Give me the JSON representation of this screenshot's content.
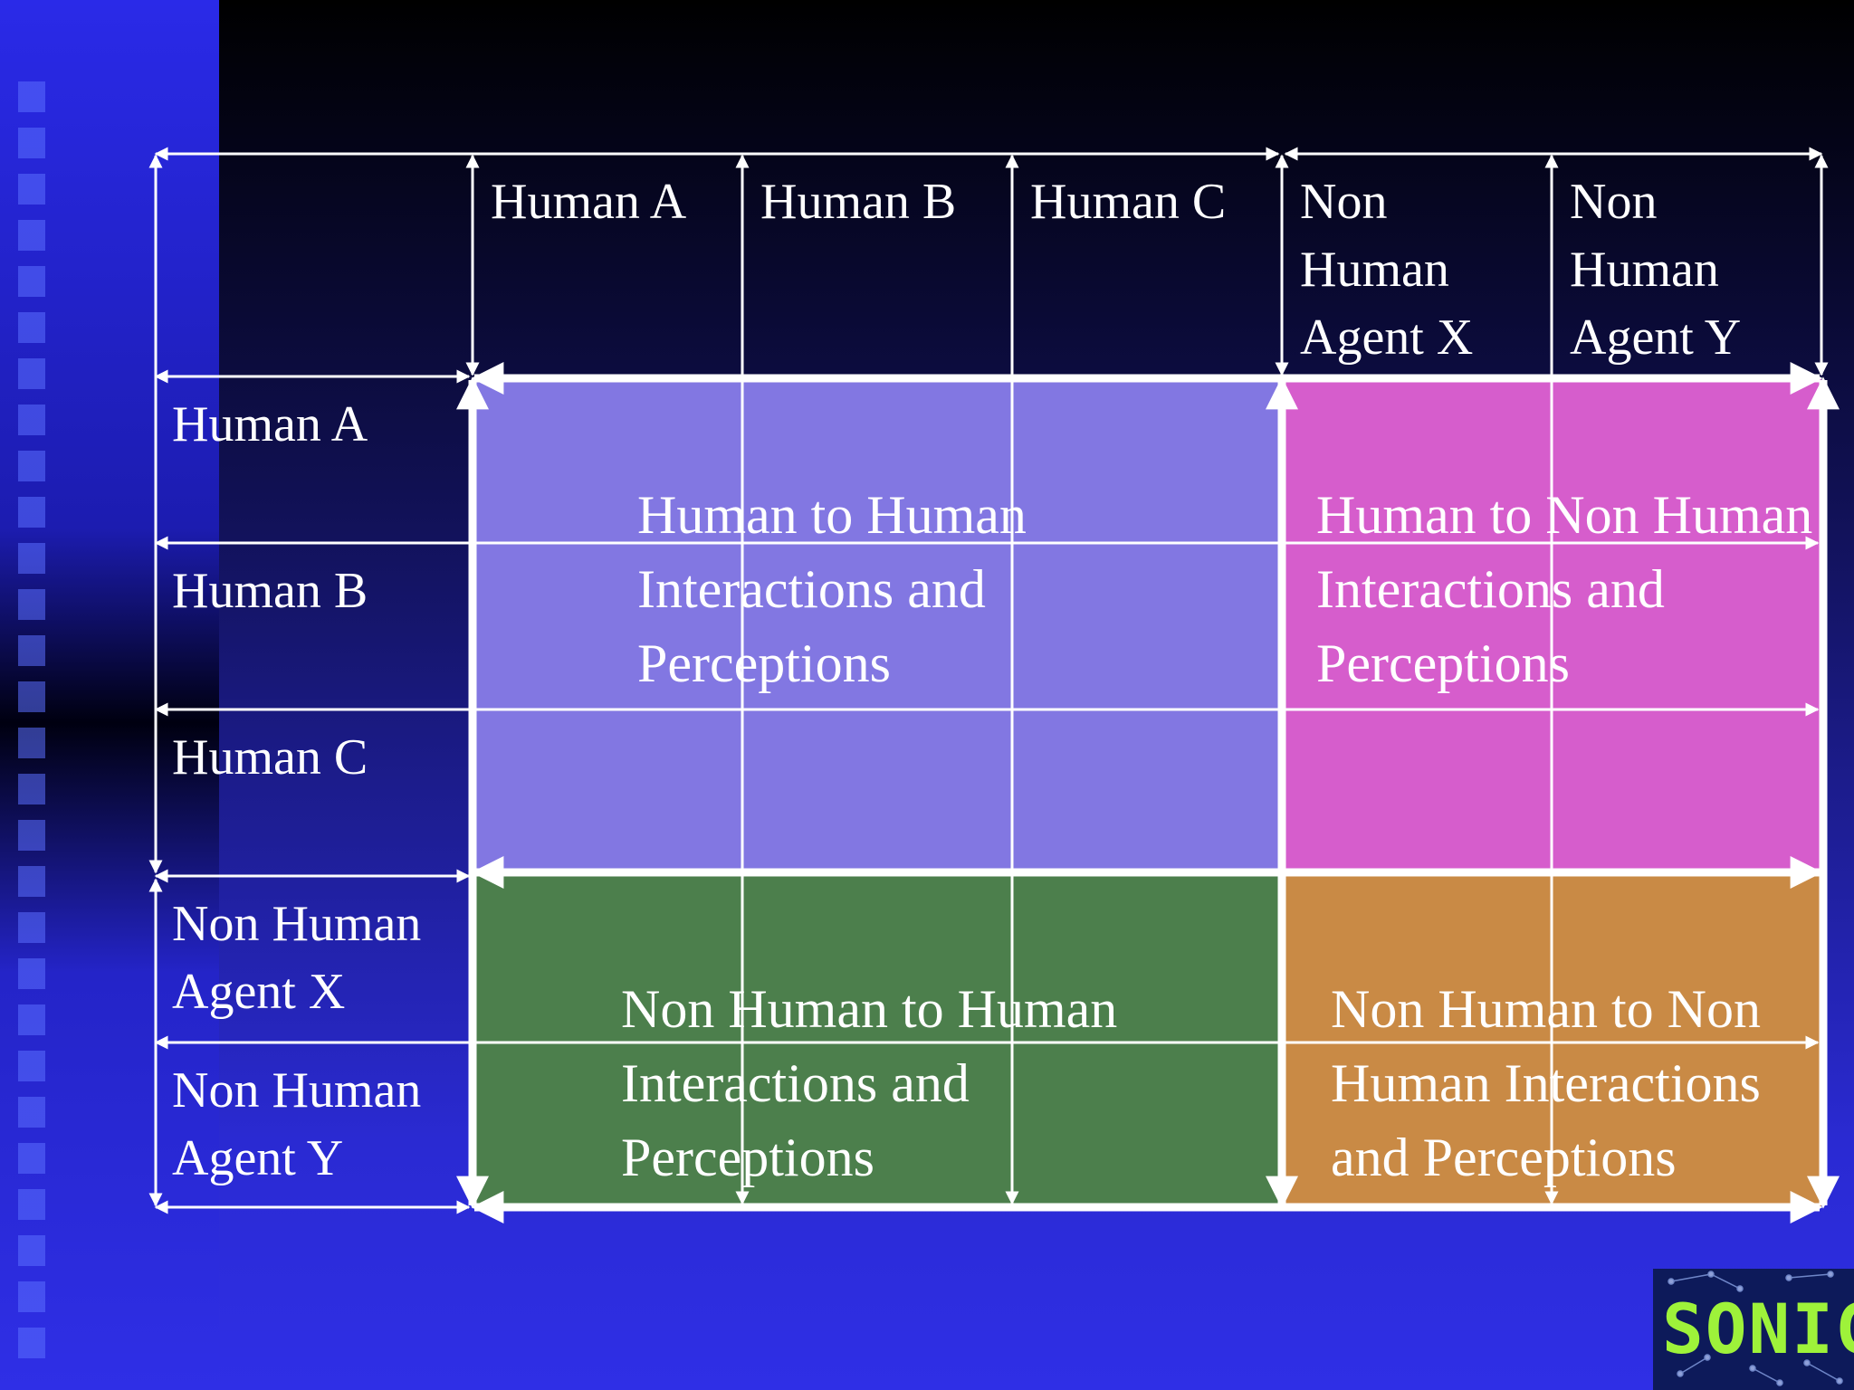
{
  "columns": [
    "Human A",
    "Human B",
    "Human C",
    "Non Human Agent X",
    "Non Human Agent Y"
  ],
  "rows": [
    "Human A",
    "Human B",
    "Human C",
    "Non Human Agent X",
    "Non Human Agent Y"
  ],
  "quadrants": {
    "human_to_human": "Human to Human Interactions and Perceptions",
    "human_to_non_human": "Human to Non Human Interactions and Perceptions",
    "non_human_to_human": "Non Human to Human Interactions and Perceptions",
    "non_human_to_non_human": "Non Human to Non Human Interactions and Perceptions"
  },
  "logo": {
    "text": "SONIC"
  },
  "colors": {
    "human_to_human": "#8277e2",
    "human_to_non_human": "#d65dcc",
    "non_human_to_human": "#4c7f4c",
    "non_human_to_non_human": "#c98a45"
  }
}
